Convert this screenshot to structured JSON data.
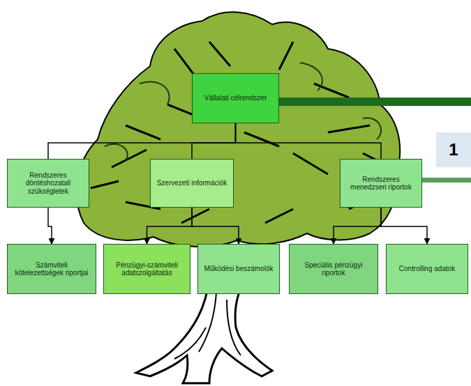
{
  "diagram": {
    "nodes": [
      {
        "text": [
          "Vállalati célrendszer"
        ]
      },
      {
        "text": [
          "Rendszeres döntéshozatali szükségletek"
        ]
      },
      {
        "text": [
          "Szervezeti információk"
        ]
      },
      {
        "text": [
          "Rendszeres menedzseri riportok"
        ]
      },
      {
        "text": [
          "Számviteli kötelezettségek riportjai"
        ]
      },
      {
        "text": [
          "Pénzügyi-számviteli adatszolgáltatás"
        ]
      },
      {
        "text": [
          "Működési beszámolók"
        ]
      },
      {
        "text": [
          "Speciális pénzügyi riportok"
        ]
      },
      {
        "text": [
          "Controlling adatok"
        ]
      }
    ],
    "edges": [
      {
        "from": 0,
        "to": 1,
        "arrow": "none"
      },
      {
        "from": 0,
        "to": 2,
        "arrow": "none"
      },
      {
        "from": 0,
        "to": 3,
        "arrow": "none"
      },
      {
        "from": 1,
        "to": 4,
        "arrow": "to"
      },
      {
        "from": 2,
        "to": 5,
        "arrow": "to"
      },
      {
        "from": 2,
        "to": 6,
        "arrow": "to"
      },
      {
        "from": 3,
        "to": 7,
        "arrow": "to"
      },
      {
        "from": 3,
        "to": 8,
        "arrow": "to"
      }
    ],
    "labels": [
      "1"
    ]
  }
}
